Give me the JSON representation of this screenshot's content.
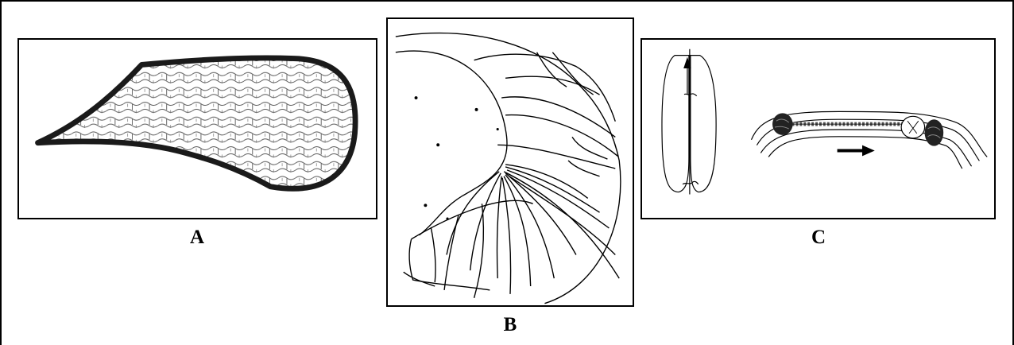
{
  "figure": {
    "panels": [
      {
        "id": "A",
        "label": "A",
        "content": "cell-mesh-leaf"
      },
      {
        "id": "B",
        "label": "B",
        "content": "radiating-line-section"
      },
      {
        "id": "C",
        "label": "C",
        "content": "vessel-and-strand-diagram"
      }
    ],
    "colors": {
      "ink": "#000000",
      "background": "#ffffff",
      "shading": "#2b2b2b"
    }
  }
}
